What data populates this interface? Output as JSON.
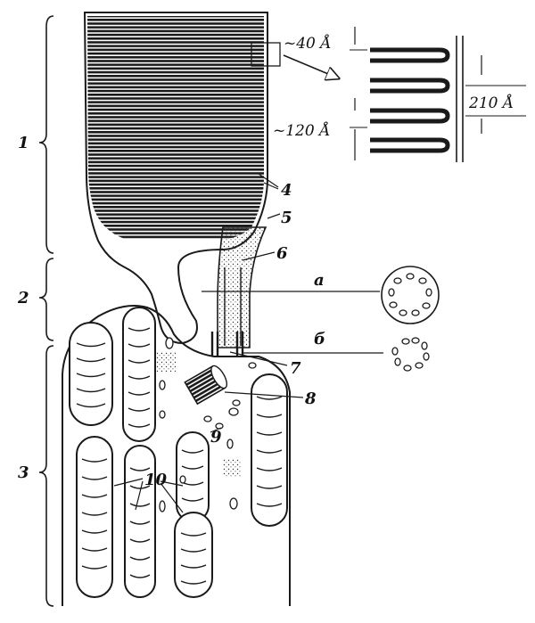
{
  "diagram": {
    "section_labels": [
      "1",
      "2",
      "3"
    ],
    "part_labels": [
      "4",
      "5",
      "6",
      "7",
      "8",
      "9",
      "10"
    ],
    "cross_section_labels": [
      "а",
      "б"
    ],
    "dimensions": {
      "disc_thickness": "~40 Å",
      "disc_gap": "~120 Å",
      "disc_period": "210 Å"
    },
    "colors": {
      "ink": "#1a1a1a",
      "paper": "#ffffff"
    }
  }
}
